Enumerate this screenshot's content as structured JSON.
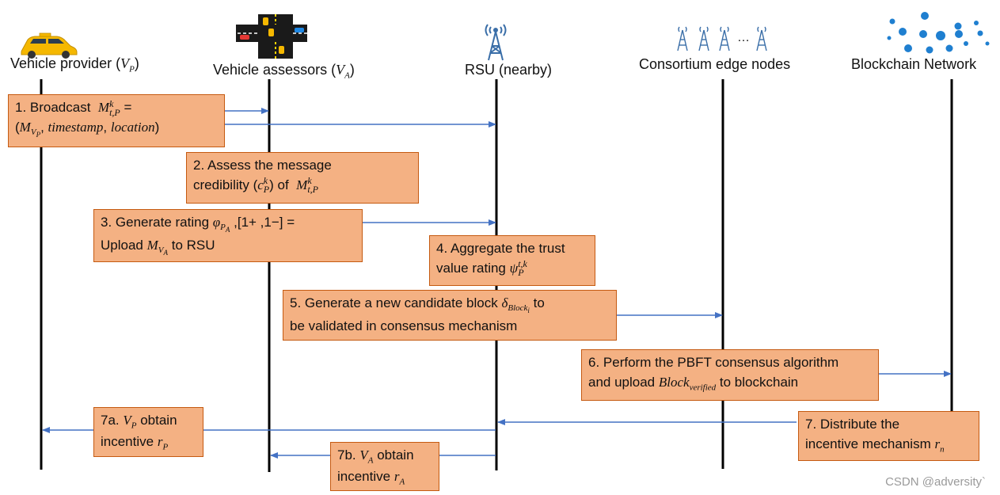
{
  "actors": {
    "vehicle_provider": "Vehicle provider (V_P)",
    "vehicle_assessors": "Vehicle assessors (V_A)",
    "rsu": "RSU (nearby)",
    "edge_nodes": "Consortium edge nodes",
    "blockchain": "Blockchain Network",
    "edge_ellipsis": "…"
  },
  "steps": {
    "s1": {
      "line1": "1. Broadcast  M_{t,P}^k =",
      "line2": "(M_{V_P}, timestamp, location)"
    },
    "s2": {
      "line1": "2. Assess the message",
      "line2": "credibility (c_P^k) of  M_{t,P}^k"
    },
    "s3": {
      "line1": "3. Generate rating φ_{P_A} ,[1+ ,1−] =",
      "line2": "Upload M_{V_A} to RSU"
    },
    "s4": {
      "line1": "4. Aggregate the trust",
      "line2": "value rating ψ_P^{t,k}"
    },
    "s5": {
      "line1": "5. Generate a new candidate block δ_{Block_i} to",
      "line2": "be validated in consensus mechanism"
    },
    "s6": {
      "line1": "6. Perform the PBFT consensus algorithm",
      "line2": "and upload Block_verified to blockchain"
    },
    "s7": {
      "line1": "7. Distribute the",
      "line2": "incentive mechanism r_n"
    },
    "s7a": {
      "line1": "7a. V_P obtain",
      "line2": "incentive r_P"
    },
    "s7b": {
      "line1": "7b. V_A obtain",
      "line2": "incentive r_A"
    }
  },
  "watermark": "CSDN @adversity`",
  "colors": {
    "box_fill": "#f4b183",
    "box_border": "#c55a11",
    "arrow": "#4472c4",
    "lifeline": "#000000",
    "car": "#f5b800",
    "tower": "#3a6ea8",
    "cloud": "#1f7fd0"
  },
  "icons": {
    "vehicle_provider": "taxi-car-icon",
    "vehicle_assessors": "road-intersection-icon",
    "rsu": "radio-tower-icon",
    "edge_nodes": "tower-cluster-icon",
    "blockchain": "network-cloud-icon"
  }
}
